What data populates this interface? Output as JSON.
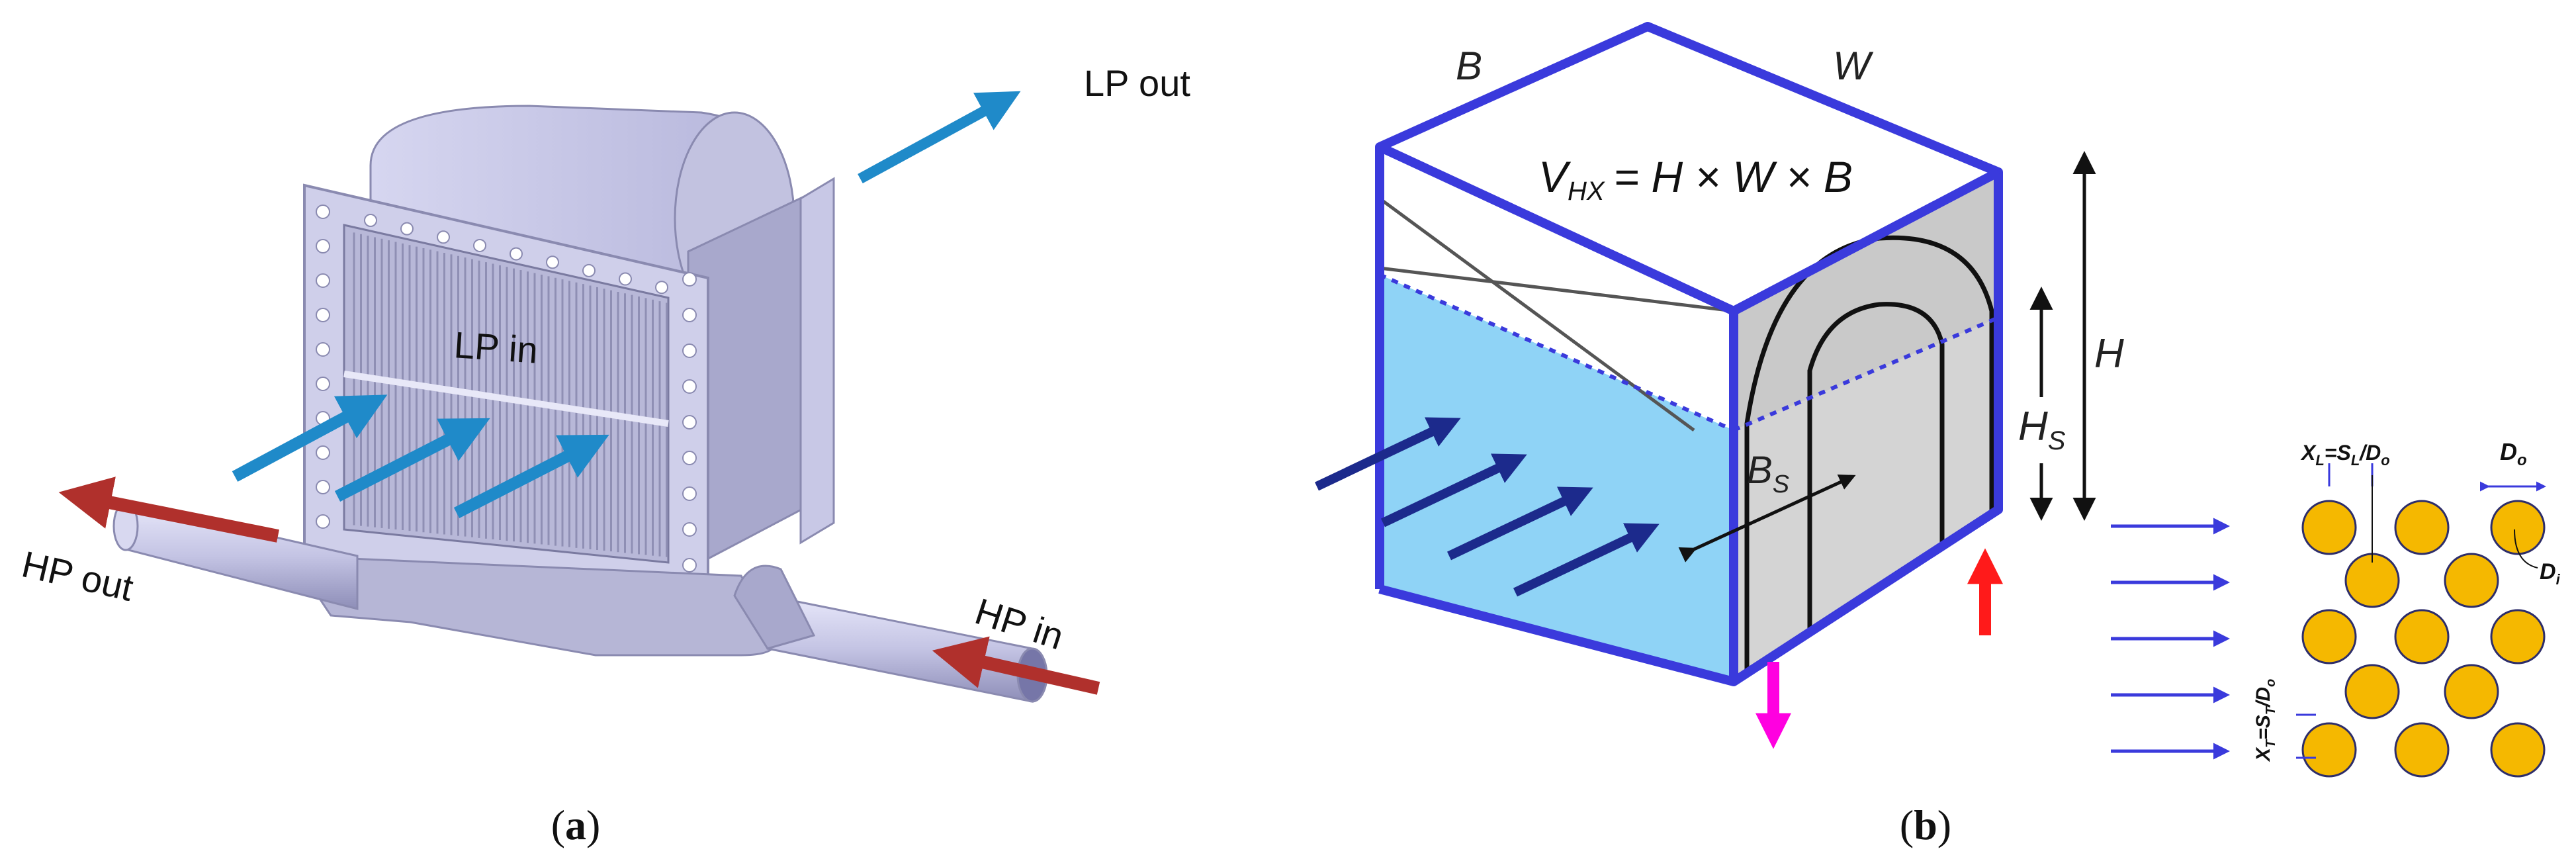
{
  "panel_a": {
    "caption_open": "(",
    "caption_letter": "a",
    "caption_close": ")",
    "labels": {
      "lp_out": "LP out",
      "lp_in": "LP in",
      "hp_out": "HP out",
      "hp_in": "HP in"
    }
  },
  "panel_b": {
    "caption_open": "(",
    "caption_letter": "b",
    "caption_close": ")",
    "labels": {
      "b": "B",
      "w": "W",
      "volume_formula": "V",
      "volume_sub": "HX",
      "volume_rhs": "= H × W × B",
      "h": "H",
      "hs": "H",
      "hs_sub": "S",
      "bs": "B",
      "bs_sub": "S"
    }
  },
  "tube_bank": {
    "xl": "X",
    "xl_sub": "L",
    "xl_mid": "=S",
    "xl_mid_sub": "L",
    "xl_end": "/D",
    "xl_end_sub": "o",
    "do": "D",
    "do_sub": "o",
    "di": "D",
    "di_sub": "i",
    "xt": "X",
    "xt_sub": "T",
    "xt_mid": "=S",
    "xt_mid_sub": "T",
    "xt_end": "/D",
    "xt_end_sub": "o"
  },
  "colors": {
    "blue_arrow": "#1f8ac9",
    "red_arrow": "#b0302c",
    "navy_arrow": "#1c2a8c",
    "box_edge": "#3a3adc",
    "water": "#8fd3f6",
    "tube": "#f5b800",
    "tube_edge": "#2d2d6a",
    "magenta": "#ff00e0",
    "red": "#ff1a1a",
    "hx_body": "#d0d0ec"
  }
}
